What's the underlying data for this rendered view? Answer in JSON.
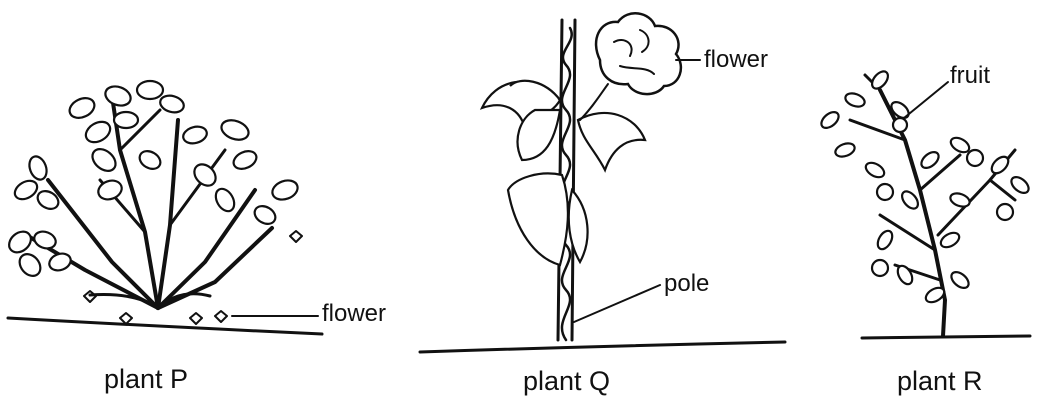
{
  "plants": [
    {
      "id": "P",
      "caption": "plant P",
      "labels": [
        "flower"
      ]
    },
    {
      "id": "Q",
      "caption": "plant Q",
      "labels": [
        "flower",
        "pole"
      ]
    },
    {
      "id": "R",
      "caption": "plant R",
      "labels": [
        "fruit"
      ]
    }
  ]
}
